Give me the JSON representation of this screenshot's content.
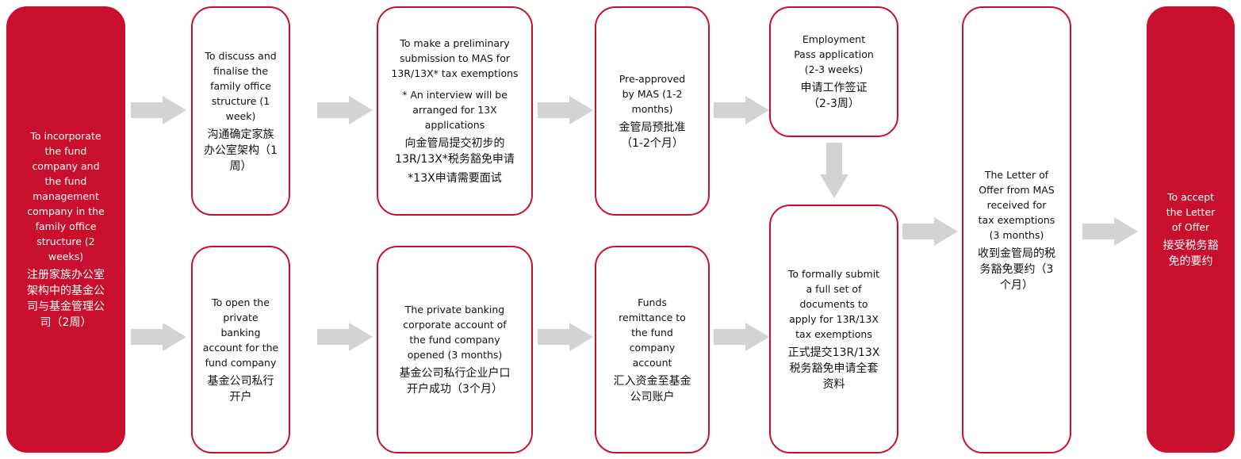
{
  "colors": {
    "accent": "#c8102e",
    "arrow": "#d3d3d3"
  },
  "steps": {
    "incorporate": {
      "en": "To incorporate the fund company and the fund management company in the family office structure (2 weeks)",
      "cn": "注册家族办公室架构中的基金公司与基金管理公司（2周）"
    },
    "discuss": {
      "en": "To discuss and finalise the family office structure (1 week)",
      "cn": "沟通确定家族办公室架构（1周）"
    },
    "preliminary": {
      "en": "To make a preliminary submission to MAS for 13R/13X* tax exemptions",
      "note": "* An interview will be arranged for 13X applications",
      "cn": "向金管局提交初步的13R/13X*税务豁免申请",
      "cn_note": "*13X申请需要面试"
    },
    "preapproved": {
      "en": "Pre-approved by MAS (1-2 months)",
      "cn": "金管局预批准（1-2个月）"
    },
    "employment": {
      "en": "Employment Pass application (2-3 weeks)",
      "cn": "申请工作签证（2-3周）"
    },
    "open_account": {
      "en": "To open the private banking account for the fund company",
      "cn": "基金公司私行开户"
    },
    "account_opened": {
      "en": "The private banking corporate account of the fund company opened (3 months)",
      "cn": "基金公司私行企业户口开户成功（3个月）"
    },
    "remittance": {
      "en": "Funds remittance to the fund company account",
      "cn": "汇入资金至基金公司账户"
    },
    "formal_submit": {
      "en": "To formally submit a full set of documents to apply for 13R/13X tax exemptions",
      "cn": "正式提交13R/13X税务豁免申请全套资料"
    },
    "letter_received": {
      "en": "The Letter of Offer from MAS received for tax exemptions (3 months)",
      "cn": "收到金管局的税务豁免要约（3个月）"
    },
    "accept": {
      "en": "To accept the Letter of Offer",
      "cn": "接受税务豁免的要约"
    }
  }
}
